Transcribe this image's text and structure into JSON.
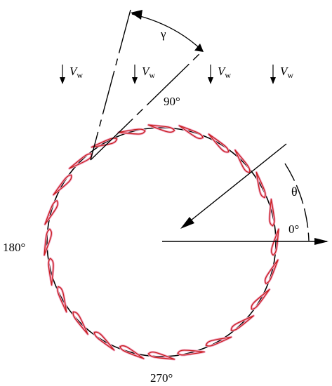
{
  "labels": {
    "wind_symbol": "V",
    "wind_subscript": "w",
    "angle_90": "90°",
    "angle_180": "180°",
    "angle_270": "270°",
    "angle_0": "0°",
    "theta": "θ",
    "gamma": "γ"
  },
  "colors": {
    "stroke": "#000000",
    "blade_outline": "#c8201e",
    "blade_glow": "#f2a7c6"
  },
  "blade_count": 24
}
